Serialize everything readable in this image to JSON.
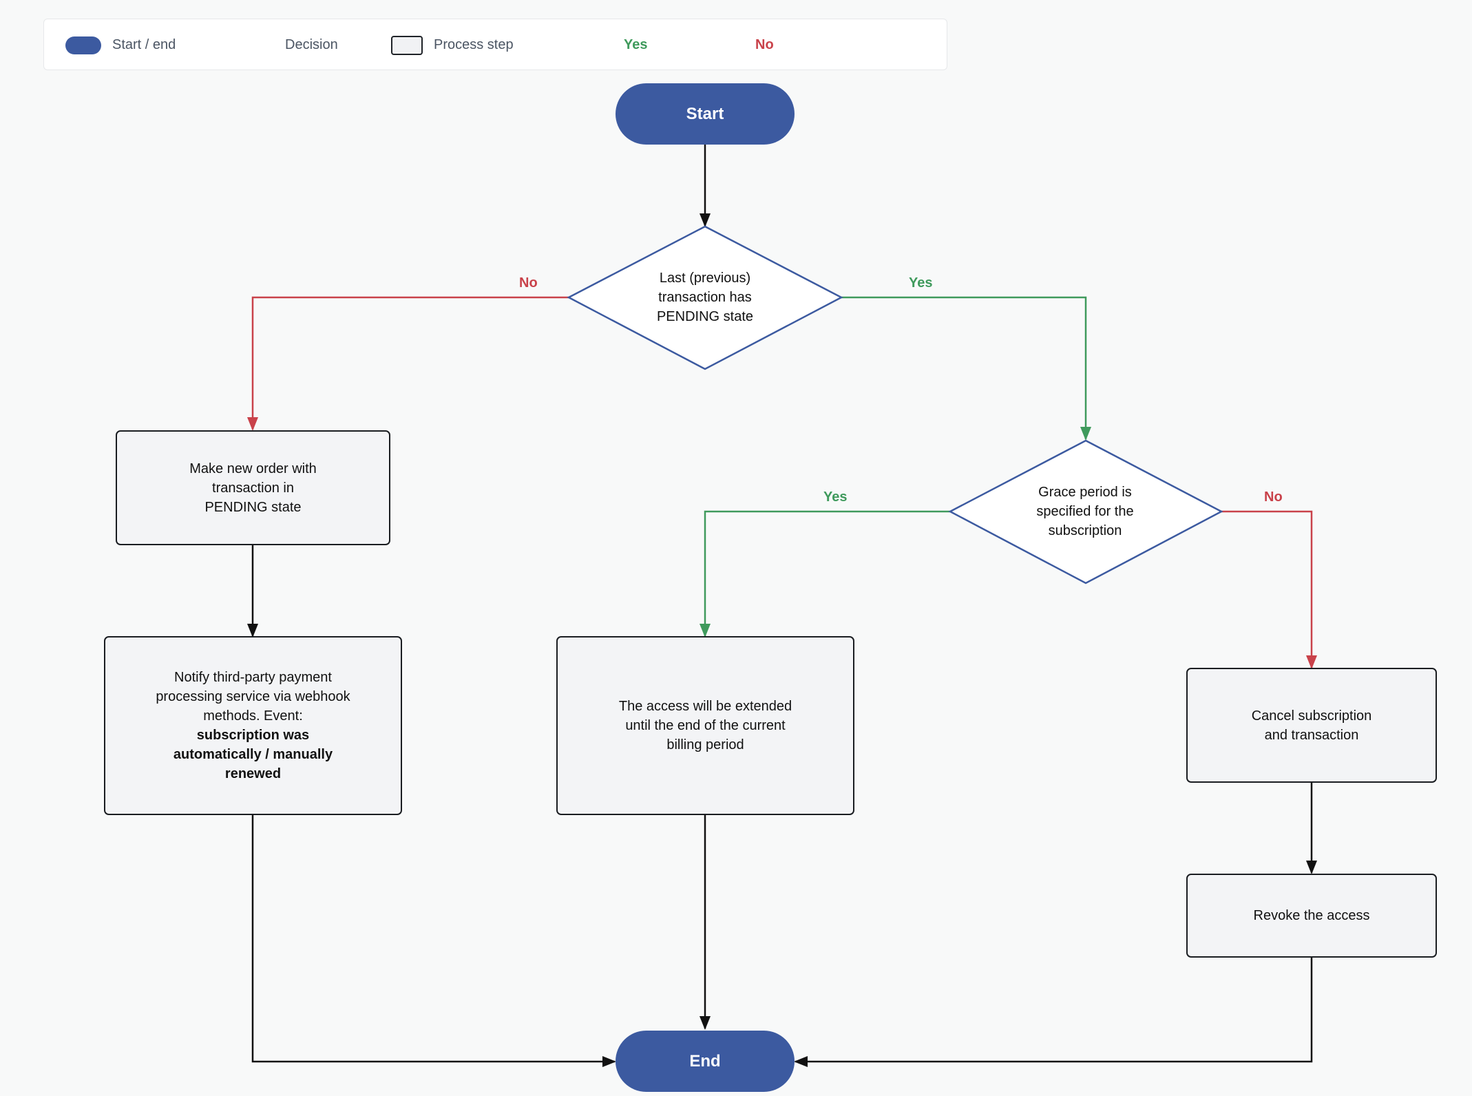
{
  "legend": {
    "terminal": "Start / end",
    "decision": "Decision",
    "process": "Process step",
    "yes": "Yes",
    "no": "No"
  },
  "nodes": {
    "start": "Start",
    "end": "End",
    "decision_pending": "Last (previous)\ntransaction has\nPENDING state",
    "decision_grace": "Grace period is\nspecified for the\nsubscription",
    "make_order": "Make new order with\ntransaction in\nPENDING state",
    "notify_text": "Notify third-party payment\nprocessing service via webhook\nmethods. Event:",
    "notify_bold": "subscription was\nautomatically / manually\nrenewed",
    "access_extended": "The access will be extended\nuntil the end of the current\nbilling period",
    "cancel": "Cancel subscription\nand transaction",
    "revoke": "Revoke the access"
  },
  "edge_labels": {
    "pending_no": "No",
    "pending_yes": "Yes",
    "grace_yes": "Yes",
    "grace_no": "No"
  },
  "colors": {
    "terminal": "#3c5aa0",
    "decision_stroke": "#3c5aa0",
    "yes": "#3f9a5c",
    "no": "#c9424a",
    "flow": "#111111"
  }
}
